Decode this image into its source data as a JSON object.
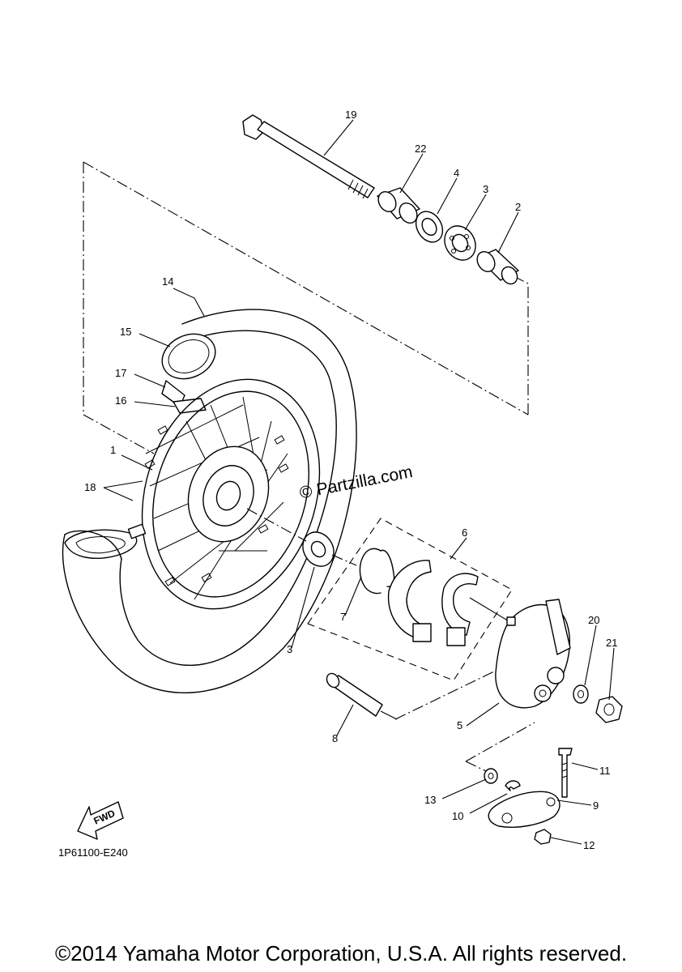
{
  "diagram": {
    "code": "1P61100-E240",
    "watermark": "© Partzilla.com",
    "copyright": "©2014 Yamaha Motor Corporation, U.S.A. All rights reserved.",
    "direction_label": "FWD",
    "callouts": [
      "19",
      "22",
      "4",
      "3",
      "2",
      "14",
      "15",
      "17",
      "16",
      "1",
      "18",
      "6",
      "7",
      "3",
      "20",
      "21",
      "8",
      "5",
      "11",
      "9",
      "13",
      "10",
      "12"
    ]
  }
}
